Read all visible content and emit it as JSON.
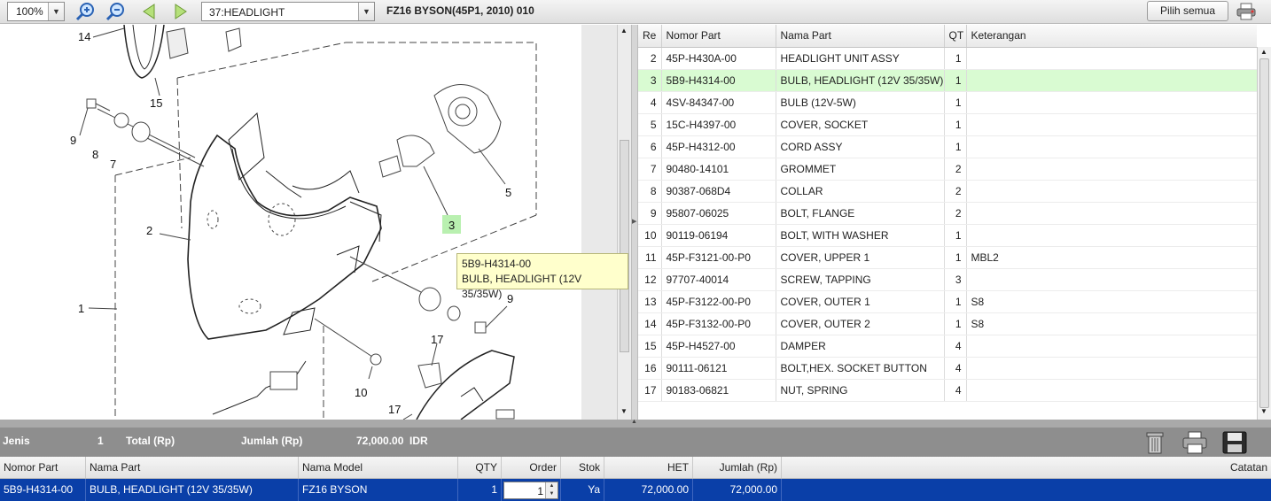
{
  "toolbar": {
    "zoom": "100%",
    "section": "37:HEADLIGHT",
    "model_title": "FZ16 BYSON(45P1, 2010) 010",
    "select_all_label": "Pilih semua"
  },
  "diagram": {
    "callouts": [
      "14",
      "15",
      "9",
      "8",
      "7",
      "2",
      "1",
      "5",
      "3",
      "9",
      "17",
      "10",
      "17"
    ],
    "tooltip": {
      "part_number": "5B9-H4314-00",
      "part_name": "BULB, HEADLIGHT (12V 35/35W)"
    }
  },
  "parts": {
    "columns": [
      "Re",
      "Nomor Part",
      "Nama Part",
      "QT",
      "Keterangan"
    ],
    "rows": [
      {
        "ref": "2",
        "part_no": "45P-H430A-00",
        "name": "HEADLIGHT UNIT ASSY",
        "qty": "1",
        "note": ""
      },
      {
        "ref": "3",
        "part_no": "5B9-H4314-00",
        "name": "BULB, HEADLIGHT (12V 35/35W)",
        "qty": "1",
        "note": ""
      },
      {
        "ref": "4",
        "part_no": "4SV-84347-00",
        "name": "BULB (12V-5W)",
        "qty": "1",
        "note": ""
      },
      {
        "ref": "5",
        "part_no": "15C-H4397-00",
        "name": "COVER, SOCKET",
        "qty": "1",
        "note": ""
      },
      {
        "ref": "6",
        "part_no": "45P-H4312-00",
        "name": "CORD ASSY",
        "qty": "1",
        "note": ""
      },
      {
        "ref": "7",
        "part_no": "90480-14101",
        "name": "GROMMET",
        "qty": "2",
        "note": ""
      },
      {
        "ref": "8",
        "part_no": "90387-068D4",
        "name": "COLLAR",
        "qty": "2",
        "note": ""
      },
      {
        "ref": "9",
        "part_no": "95807-06025",
        "name": "BOLT, FLANGE",
        "qty": "2",
        "note": ""
      },
      {
        "ref": "10",
        "part_no": "90119-06194",
        "name": "BOLT, WITH WASHER",
        "qty": "1",
        "note": ""
      },
      {
        "ref": "11",
        "part_no": "45P-F3121-00-P0",
        "name": "COVER, UPPER 1",
        "qty": "1",
        "note": "MBL2"
      },
      {
        "ref": "12",
        "part_no": "97707-40014",
        "name": "SCREW, TAPPING",
        "qty": "3",
        "note": ""
      },
      {
        "ref": "13",
        "part_no": "45P-F3122-00-P0",
        "name": "COVER, OUTER 1",
        "qty": "1",
        "note": "S8"
      },
      {
        "ref": "14",
        "part_no": "45P-F3132-00-P0",
        "name": "COVER, OUTER 2",
        "qty": "1",
        "note": "S8"
      },
      {
        "ref": "15",
        "part_no": "45P-H4527-00",
        "name": "DAMPER",
        "qty": "4",
        "note": ""
      },
      {
        "ref": "16",
        "part_no": "90111-06121",
        "name": "BOLT,HEX. SOCKET BUTTON",
        "qty": "4",
        "note": ""
      },
      {
        "ref": "17",
        "part_no": "90183-06821",
        "name": "NUT, SPRING",
        "qty": "4",
        "note": ""
      }
    ],
    "selected_ref": "3"
  },
  "summary": {
    "jenis_label": "Jenis",
    "jenis_value": "1",
    "total_label": "Total (Rp)",
    "jumlah_label": "Jumlah (Rp)",
    "jumlah_value": "72,000.00",
    "currency": "IDR"
  },
  "order": {
    "columns": [
      "Nomor Part",
      "Nama Part",
      "Nama Model",
      "QTY",
      "Order",
      "Stok",
      "HET",
      "Jumlah (Rp)",
      "Catatan"
    ],
    "row": {
      "part_no": "5B9-H4314-00",
      "name": "BULB, HEADLIGHT (12V 35/35W)",
      "model": "FZ16 BYSON",
      "qty": "1",
      "order": "1",
      "stock": "Ya",
      "het": "72,000.00",
      "jumlah": "72,000.00",
      "note": ""
    }
  },
  "colors": {
    "selected_row": "#d9fbd2",
    "order_row": "#0a3fa8",
    "callout_highlight": "#b9f0b0",
    "tooltip_bg": "#ffffcc"
  }
}
